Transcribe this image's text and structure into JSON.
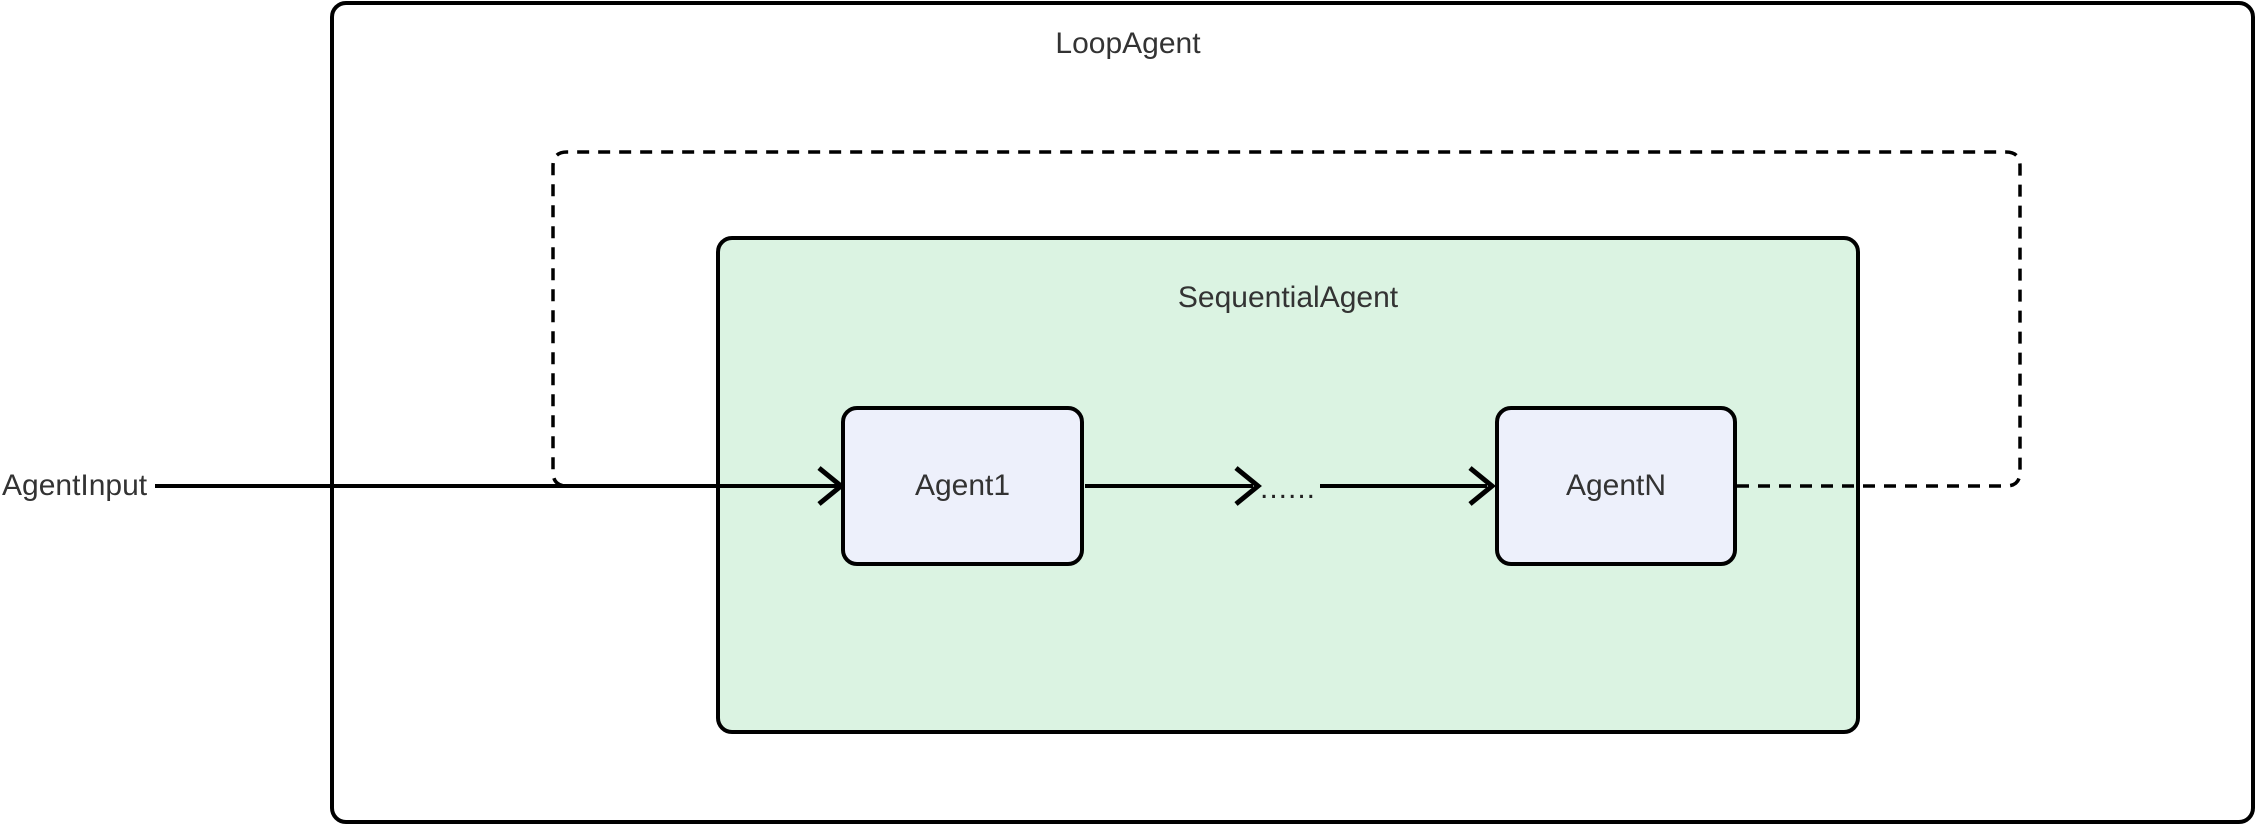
{
  "diagram": {
    "type": "flowchart",
    "background_color": "#ffffff",
    "line_color": "#000000",
    "text_color": "#333333",
    "outer_container": {
      "label": "LoopAgent",
      "border_style": "solid",
      "fill": "#ffffff"
    },
    "sequential_container": {
      "label": "SequentialAgent",
      "border_style": "solid",
      "fill": "#dbf3e2"
    },
    "loop_back_edge": {
      "style": "dashed"
    },
    "nodes": [
      {
        "id": "agent1",
        "label": "Agent1",
        "fill": "#edf0fb"
      },
      {
        "id": "agentn",
        "label": "AgentN",
        "fill": "#edf0fb"
      }
    ],
    "input": {
      "label": "AgentInput"
    },
    "ellipsis_label": "......"
  }
}
